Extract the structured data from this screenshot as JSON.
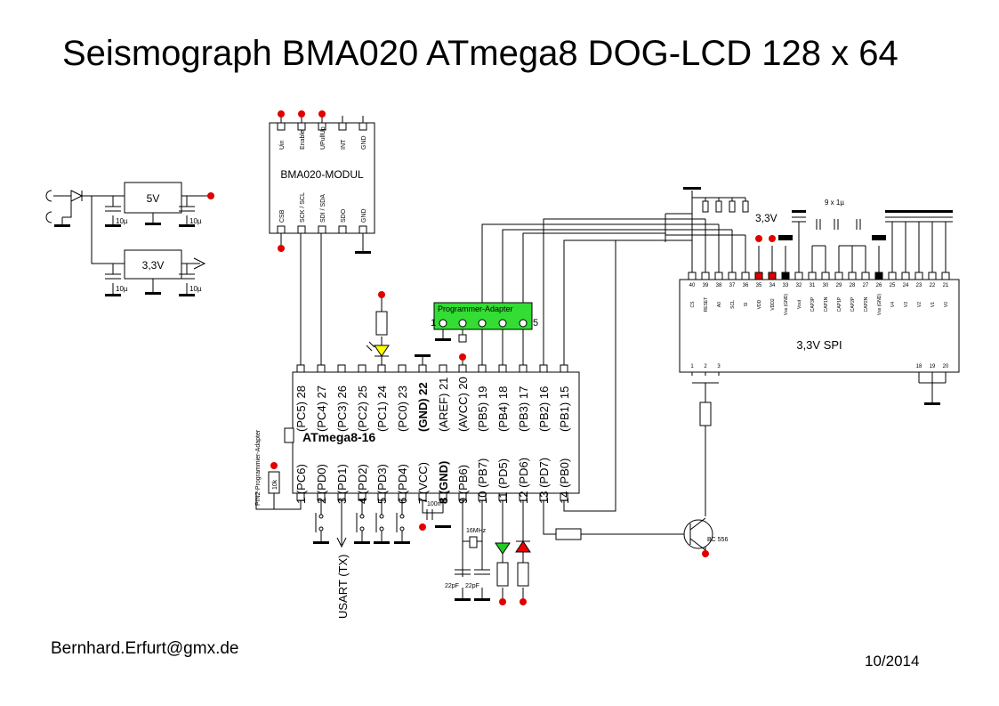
{
  "title": "Seismograph BMA020 ATmega8 DOG-LCD 128 x 64",
  "author": "Bernhard.Erfurt@gmx.de",
  "date": "10/2014",
  "power": {
    "reg5v": "5V",
    "reg33v": "3,3V",
    "caps": [
      "10µ",
      "10µ",
      "10µ",
      "10µ"
    ]
  },
  "bma_module": {
    "name": "BMA020-MODUL",
    "top_pins": [
      "Uin",
      "Enable",
      "UPullUp",
      "INT",
      "GND"
    ],
    "bottom_pins": [
      "CSB",
      "SCK / SCL",
      "SDI / SDA",
      "SDO",
      "GND"
    ]
  },
  "programmer": {
    "label": "Programmer-Adapter",
    "pin_first": "1",
    "pin_last": "5"
  },
  "mcu": {
    "name": "ATmega8-16",
    "top_pins": [
      {
        "num": "28",
        "name": "(PC5)"
      },
      {
        "num": "27",
        "name": "(PC4)"
      },
      {
        "num": "26",
        "name": "(PC3)"
      },
      {
        "num": "25",
        "name": "(PC2)"
      },
      {
        "num": "24",
        "name": "(PC1)"
      },
      {
        "num": "23",
        "name": "(PC0)"
      },
      {
        "num": "22",
        "name": "(GND)"
      },
      {
        "num": "21",
        "name": "(AREF)"
      },
      {
        "num": "20",
        "name": "(AVCC)"
      },
      {
        "num": "19",
        "name": "(PB5)"
      },
      {
        "num": "18",
        "name": "(PB4)"
      },
      {
        "num": "17",
        "name": "(PB3)"
      },
      {
        "num": "16",
        "name": "(PB2)"
      },
      {
        "num": "15",
        "name": "(PB1)"
      }
    ],
    "bottom_pins": [
      {
        "num": "1",
        "name": "(PC6)"
      },
      {
        "num": "2",
        "name": "(PD0)"
      },
      {
        "num": "3",
        "name": "(PD1)"
      },
      {
        "num": "4",
        "name": "(PD2)"
      },
      {
        "num": "5",
        "name": "(PD3)"
      },
      {
        "num": "6",
        "name": "(PD4)"
      },
      {
        "num": "7",
        "name": "(VCC)"
      },
      {
        "num": "8",
        "name": "(GND)"
      },
      {
        "num": "9",
        "name": "(PB6)"
      },
      {
        "num": "10",
        "name": "(PB7)"
      },
      {
        "num": "11",
        "name": "(PD5)"
      },
      {
        "num": "12",
        "name": "(PD6)"
      },
      {
        "num": "13",
        "name": "(PD7)"
      },
      {
        "num": "14",
        "name": "(PB0)"
      }
    ]
  },
  "reset_circuit": {
    "label": "PIN2-Programmier-Adapter",
    "resistor": "10k"
  },
  "usart": "USART (TX)",
  "decoupling": "100n",
  "crystal": {
    "freq": "16MHz",
    "cap1": "22pF",
    "cap2": "22pF"
  },
  "transistor": "BC 556",
  "lcd": {
    "label": "3,3V SPI",
    "supply": "3,3V",
    "caps_label": "9 x 1µ",
    "pin_numbers": [
      "40",
      "39",
      "38",
      "37",
      "36",
      "35",
      "34",
      "33",
      "32",
      "31",
      "30",
      "29",
      "28",
      "27",
      "26",
      "25",
      "24",
      "23",
      "22",
      "21"
    ],
    "pin_names": [
      "CS",
      "RESET",
      "A0",
      "SCL",
      "SI",
      "VDD",
      "VDD2",
      "Vss (GND)",
      "Vout",
      "CAP3P",
      "CAP1N",
      "CAP1P",
      "CAP2P",
      "CAP2N",
      "Vss (GND)",
      "V4",
      "V3",
      "V2",
      "V1",
      "V0"
    ],
    "bottom_pins": [
      "1",
      "2",
      "3",
      "18",
      "19",
      "20"
    ]
  }
}
